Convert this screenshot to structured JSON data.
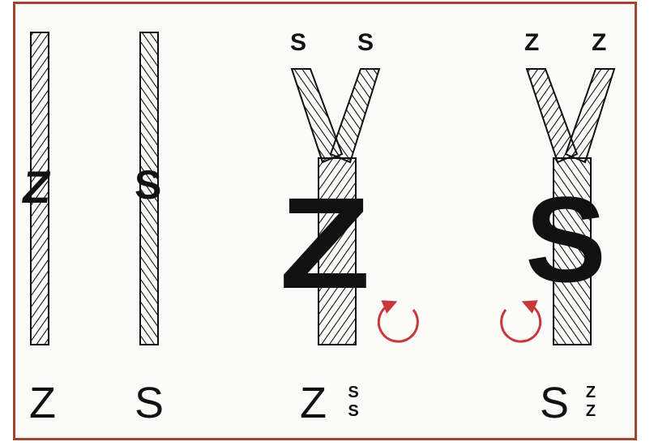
{
  "panels": [
    {
      "id": "single-z",
      "caption": "Z",
      "twist": "Z"
    },
    {
      "id": "single-s",
      "caption": "S",
      "twist": "S"
    },
    {
      "id": "plied-z",
      "caption": "Z",
      "ply_twist": "Z",
      "strand_label_left": "S",
      "strand_label_right": "S",
      "stack_top": "S",
      "stack_bottom": "S",
      "rotation": "counter-clockwise"
    },
    {
      "id": "plied-s",
      "caption": "S",
      "ply_twist": "S",
      "strand_label_left": "Z",
      "strand_label_right": "Z",
      "stack_top": "Z",
      "stack_bottom": "Z",
      "rotation": "clockwise"
    }
  ],
  "colors": {
    "frame": "#a0452f",
    "arrow": "#c8383a",
    "ink": "#111111",
    "background": "#fbfbf9"
  }
}
